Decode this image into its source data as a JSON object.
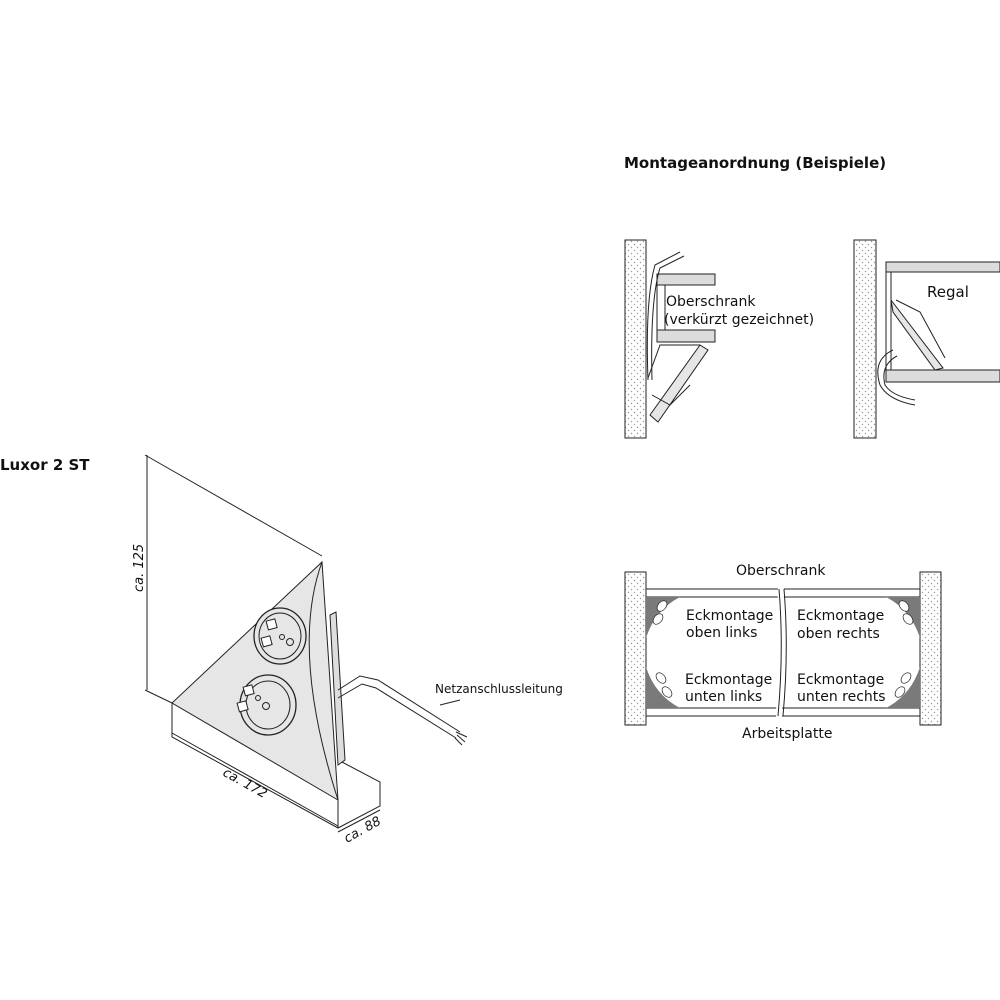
{
  "product": {
    "name": "Luxor 2 ST",
    "dim_height": "ca. 125",
    "dim_width": "ca. 172",
    "dim_depth": "ca. 88",
    "cable_label": "Netzanschlussleitung"
  },
  "mounting": {
    "title": "Montageanordnung (Beispiele)",
    "example1_line1": "Oberschrank",
    "example1_line2": "(verkürzt gezeichnet)",
    "example2": "Regal",
    "corner_top_label": "Oberschrank",
    "corner_bottom_label": "Arbeitsplatte",
    "corners": [
      {
        "line1": "Eckmontage",
        "line2": "oben links"
      },
      {
        "line1": "Eckmontage",
        "line2": "oben rechts"
      },
      {
        "line1": "Eckmontage",
        "line2": "unten links"
      },
      {
        "line1": "Eckmontage",
        "line2": "unten rechts"
      }
    ]
  },
  "colors": {
    "body": "#e6e6e6",
    "shelf": "#dcdcdc",
    "corner": "#7a7a7a"
  }
}
